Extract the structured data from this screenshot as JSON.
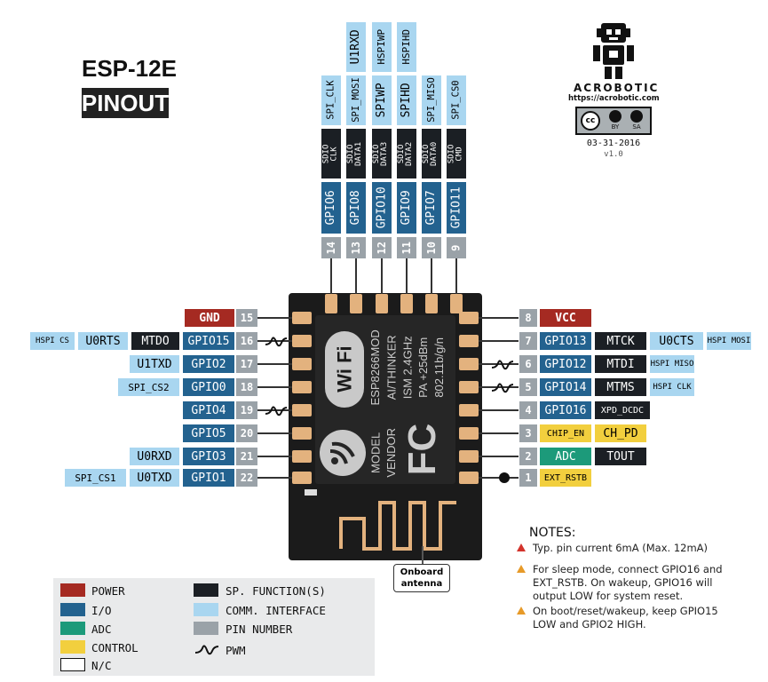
{
  "title": {
    "line1": "ESP-12E",
    "line2": "PINOUT"
  },
  "brand": {
    "name": "ACROBOTIC",
    "url": "https://acrobotic.com",
    "date": "03-31-2016",
    "version": "v1.0",
    "license_by": "BY",
    "license_sa": "SA"
  },
  "colors": {
    "power": "#a52a22",
    "io": "#23628f",
    "adc": "#1c9a7a",
    "control": "#f2cf3e",
    "sp_function": "#1b1f24",
    "comm": "#a9d6f0",
    "pin_number": "#9aa2a8",
    "board": "#1b1b1b",
    "pad": "#e3b27e"
  },
  "top_pins": [
    {
      "num": "14",
      "gpio": "GPIO6",
      "sdio": "SDIO CLK",
      "spi": "SPI_CLK",
      "extra": ""
    },
    {
      "num": "13",
      "gpio": "GPIO8",
      "sdio": "SDIO DATA1",
      "spi": "SPI_MOSI",
      "extra": "U1RXD"
    },
    {
      "num": "12",
      "gpio": "GPIO10",
      "sdio": "SDIO DATA3",
      "spi": "SPIWP",
      "extra": "HSPIWP"
    },
    {
      "num": "11",
      "gpio": "GPIO9",
      "sdio": "SDIO DATA2",
      "spi": "SPIHD",
      "extra": "HSPIHD"
    },
    {
      "num": "10",
      "gpio": "GPIO7",
      "sdio": "SDIO DATA0",
      "spi": "SPI_MISO",
      "extra": ""
    },
    {
      "num": "9",
      "gpio": "GPIO11",
      "sdio": "SDIO CMD",
      "spi": "SPI_CS0",
      "extra": ""
    }
  ],
  "left_pins": [
    {
      "num": "15",
      "labels": [
        {
          "text": "GND",
          "type": "power"
        }
      ],
      "pwm": false
    },
    {
      "num": "16",
      "labels": [
        {
          "text": "GPIO15",
          "type": "io"
        },
        {
          "text": "MTDO",
          "type": "spf"
        },
        {
          "text": "U0RTS",
          "type": "comm"
        },
        {
          "text": "HSPI CS",
          "type": "comm"
        }
      ],
      "pwm": true
    },
    {
      "num": "17",
      "labels": [
        {
          "text": "GPIO2",
          "type": "io"
        },
        {
          "text": "U1TXD",
          "type": "comm"
        }
      ],
      "pwm": false
    },
    {
      "num": "18",
      "labels": [
        {
          "text": "GPIO0",
          "type": "io"
        },
        {
          "text": "SPI_CS2",
          "type": "comm"
        }
      ],
      "pwm": false
    },
    {
      "num": "19",
      "labels": [
        {
          "text": "GPIO4",
          "type": "io"
        }
      ],
      "pwm": true
    },
    {
      "num": "20",
      "labels": [
        {
          "text": "GPIO5",
          "type": "io"
        }
      ],
      "pwm": false
    },
    {
      "num": "21",
      "labels": [
        {
          "text": "GPIO3",
          "type": "io"
        },
        {
          "text": "U0RXD",
          "type": "comm"
        }
      ],
      "pwm": false
    },
    {
      "num": "22",
      "labels": [
        {
          "text": "GPIO1",
          "type": "io"
        },
        {
          "text": "U0TXD",
          "type": "comm"
        },
        {
          "text": "SPI_CS1",
          "type": "comm"
        }
      ],
      "pwm": false
    }
  ],
  "right_pins": [
    {
      "num": "8",
      "labels": [
        {
          "text": "VCC",
          "type": "power"
        }
      ],
      "pwm": false
    },
    {
      "num": "7",
      "labels": [
        {
          "text": "GPIO13",
          "type": "io"
        },
        {
          "text": "MTCK",
          "type": "spf"
        },
        {
          "text": "U0CTS",
          "type": "comm"
        },
        {
          "text": "HSPI MOSI",
          "type": "comm"
        }
      ],
      "pwm": false
    },
    {
      "num": "6",
      "labels": [
        {
          "text": "GPIO12",
          "type": "io"
        },
        {
          "text": "MTDI",
          "type": "spf"
        },
        {
          "text": "HSPI MISO",
          "type": "comm"
        }
      ],
      "pwm": true
    },
    {
      "num": "5",
      "labels": [
        {
          "text": "GPIO14",
          "type": "io"
        },
        {
          "text": "MTMS",
          "type": "spf"
        },
        {
          "text": "HSPI CLK",
          "type": "comm"
        }
      ],
      "pwm": true
    },
    {
      "num": "4",
      "labels": [
        {
          "text": "GPIO16",
          "type": "io"
        },
        {
          "text": "XPD_DCDC",
          "type": "spf"
        }
      ],
      "pwm": false
    },
    {
      "num": "3",
      "labels": [
        {
          "text": "CHIP_EN",
          "type": "control"
        },
        {
          "text": "CH_PD",
          "type": "control"
        }
      ],
      "pwm": false
    },
    {
      "num": "2",
      "labels": [
        {
          "text": "ADC",
          "type": "adc"
        },
        {
          "text": "TOUT",
          "type": "spf"
        }
      ],
      "pwm": false
    },
    {
      "num": "1",
      "labels": [
        {
          "text": "EXT_RSTB",
          "type": "control"
        }
      ],
      "pwm": false
    }
  ],
  "board": {
    "wifi": "Wi Fi",
    "model_line": "MODEL",
    "vendor_line": "VENDOR",
    "line1": "ESP8266MOD",
    "line2": "AI/THINKER",
    "line3": "ISM 2.4GHz",
    "line4": "PA +25dBm",
    "line5": "802.11b/g/n",
    "fcc": "FC"
  },
  "antenna_label": "Onboard antenna",
  "notes": {
    "heading": "NOTES:",
    "items": [
      "Typ. pin current 6mA (Max. 12mA)",
      "For sleep mode, connect GPIO16 and EXT_RSTB. On wakeup, GPIO16 will output LOW for system reset.",
      "On boot/reset/wakeup, keep GPIO15 LOW and GPIO2 HIGH."
    ]
  },
  "legend": [
    {
      "label": "POWER",
      "type": "power"
    },
    {
      "label": "I/O",
      "type": "io"
    },
    {
      "label": "ADC",
      "type": "adc"
    },
    {
      "label": "CONTROL",
      "type": "control"
    },
    {
      "label": "N/C",
      "type": "nc"
    },
    {
      "label": "SP. FUNCTION(S)",
      "type": "spf"
    },
    {
      "label": "COMM. INTERFACE",
      "type": "comm"
    },
    {
      "label": "PIN NUMBER",
      "type": "pinno"
    },
    {
      "label": "PWM",
      "type": "pwm"
    }
  ]
}
